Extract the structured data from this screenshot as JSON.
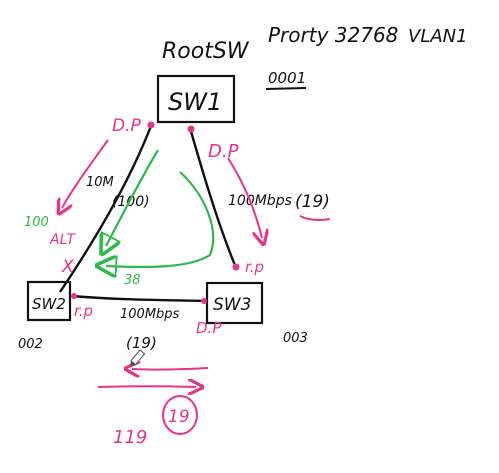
{
  "diagram": {
    "header": {
      "root_label": "RootSW",
      "priority_label": "Prorty 32768",
      "vlan_label": "VLAN1",
      "root_id": "0001"
    },
    "switches": [
      {
        "id": "sw1",
        "label": "SW1",
        "number": ""
      },
      {
        "id": "sw2",
        "label": "SW2",
        "number": "002"
      },
      {
        "id": "sw3",
        "label": "SW3",
        "number": "003"
      }
    ],
    "links": {
      "sw1_sw2": {
        "speed": "10M",
        "cost": "(100)"
      },
      "sw1_sw3": {
        "speed": "100Mbps",
        "cost": "(19)"
      },
      "sw2_sw3": {
        "speed": "100Mbps",
        "cost": "(19)"
      }
    },
    "port_labels": {
      "sw1_left": "D.P",
      "sw1_right": "D.P",
      "sw3_top": "r.p",
      "sw2_right": "r.p",
      "sw3_left": "D.P",
      "alt": "ALT",
      "blocked": "X"
    },
    "costs": {
      "alt_cost": "100",
      "green_path": "38",
      "bottom_left": "119",
      "bottom_circled": "19"
    },
    "colors": {
      "ink": "#111111",
      "pink": "#e8338a",
      "green": "#2db84a"
    }
  }
}
